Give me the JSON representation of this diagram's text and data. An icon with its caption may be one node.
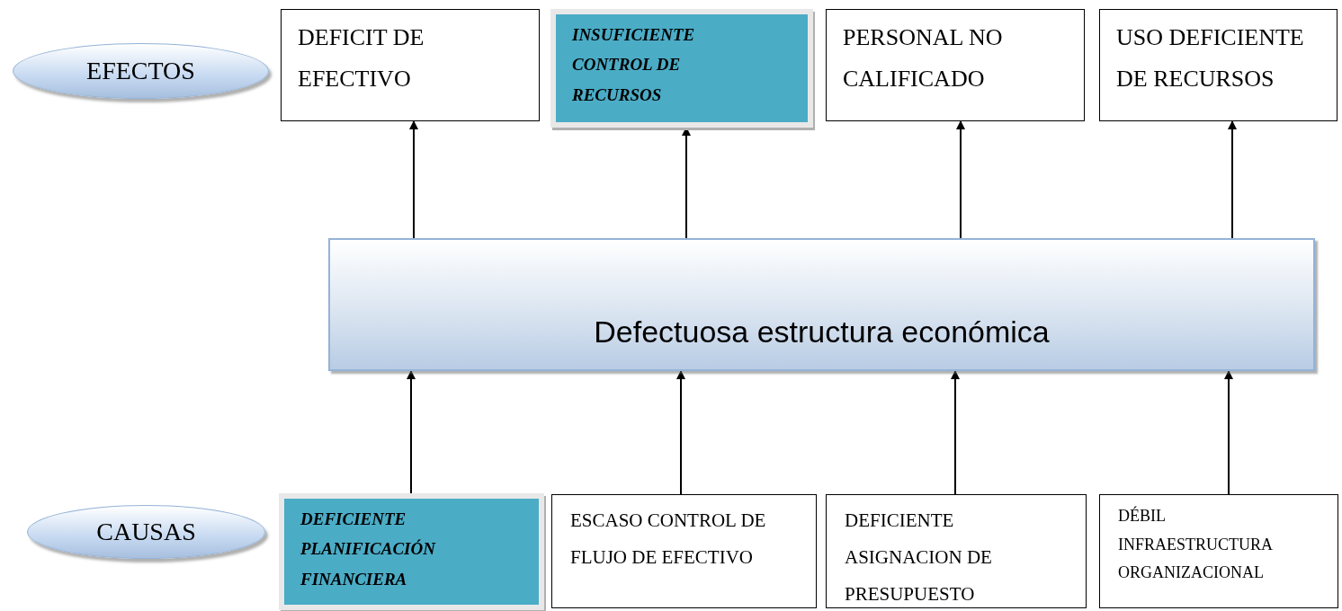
{
  "diagram": {
    "nodes": [
      {
        "text": [
          "EFECTOS"
        ]
      },
      {
        "text": [
          "DEFICIT DE EFECTIVO"
        ]
      },
      {
        "text": [
          "INSUFICIENTE CONTROL DE RECURSOS"
        ]
      },
      {
        "text": [
          "PERSONAL NO CALIFICADO"
        ]
      },
      {
        "text": [
          "USO DEFICIENTE DE RECURSOS"
        ]
      },
      {
        "text": [
          "Defectuosa estructura económica"
        ]
      },
      {
        "text": [
          "CAUSAS"
        ]
      },
      {
        "text": [
          "DEFICIENTE PLANIFICACIÓN FINANCIERA"
        ]
      },
      {
        "text": [
          "ESCASO CONTROL DE FLUJO DE EFECTIVO"
        ]
      },
      {
        "text": [
          "DEFICIENTE ASIGNACION DE PRESUPUESTO"
        ]
      },
      {
        "text": [
          "DÉBIL INFRAESTRUCTURA ORGANIZACIONAL"
        ]
      }
    ],
    "edges": [
      {
        "from": 5,
        "to": 1,
        "arrow": "to"
      },
      {
        "from": 5,
        "to": 2,
        "arrow": "to"
      },
      {
        "from": 5,
        "to": 3,
        "arrow": "to"
      },
      {
        "from": 5,
        "to": 4,
        "arrow": "to"
      },
      {
        "from": 7,
        "to": 5,
        "arrow": "to"
      },
      {
        "from": 8,
        "to": 5,
        "arrow": "to"
      },
      {
        "from": 9,
        "to": 5,
        "arrow": "to"
      },
      {
        "from": 10,
        "to": 5,
        "arrow": "to"
      }
    ]
  }
}
